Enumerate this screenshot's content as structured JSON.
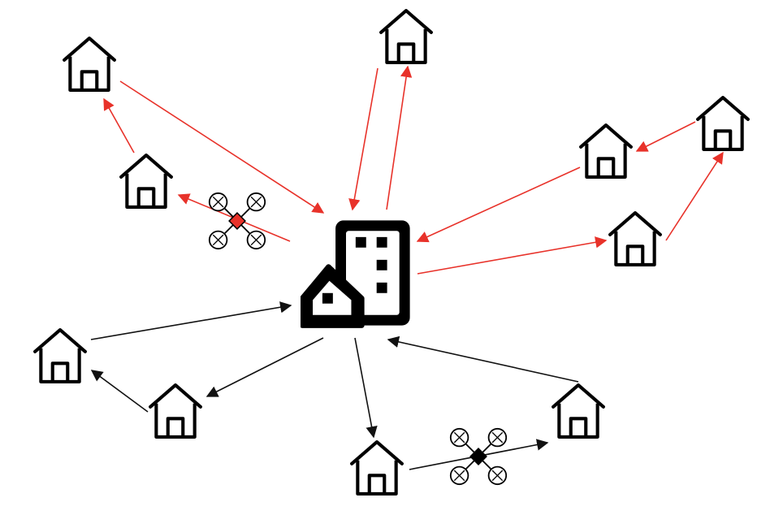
{
  "diagram": {
    "hub": {
      "icon": "depot-building-icon"
    },
    "houses": [
      {
        "id": "h1",
        "icon": "house-icon"
      },
      {
        "id": "h2",
        "icon": "house-icon"
      },
      {
        "id": "h3",
        "icon": "house-icon"
      },
      {
        "id": "h4",
        "icon": "house-icon"
      },
      {
        "id": "h5",
        "icon": "house-icon"
      },
      {
        "id": "h6",
        "icon": "house-icon"
      },
      {
        "id": "h7",
        "icon": "house-icon"
      },
      {
        "id": "h8",
        "icon": "house-icon"
      },
      {
        "id": "h9",
        "icon": "house-icon"
      },
      {
        "id": "h10",
        "icon": "house-icon"
      }
    ],
    "drones": [
      {
        "icon": "drone-icon",
        "color": "#e8322a"
      },
      {
        "icon": "drone-icon",
        "color": "#000000"
      }
    ],
    "routes": [
      {
        "name": "red",
        "color": "#e8322a",
        "stops": [
          "hub",
          "h2",
          "h1",
          "hub",
          "h3",
          "hub",
          "h4",
          "h5",
          "h6",
          "hub"
        ]
      },
      {
        "name": "black",
        "color": "#111111",
        "stops": [
          "hub",
          "h7",
          "h8",
          "hub",
          "h9",
          "h10",
          "hub"
        ]
      }
    ]
  }
}
